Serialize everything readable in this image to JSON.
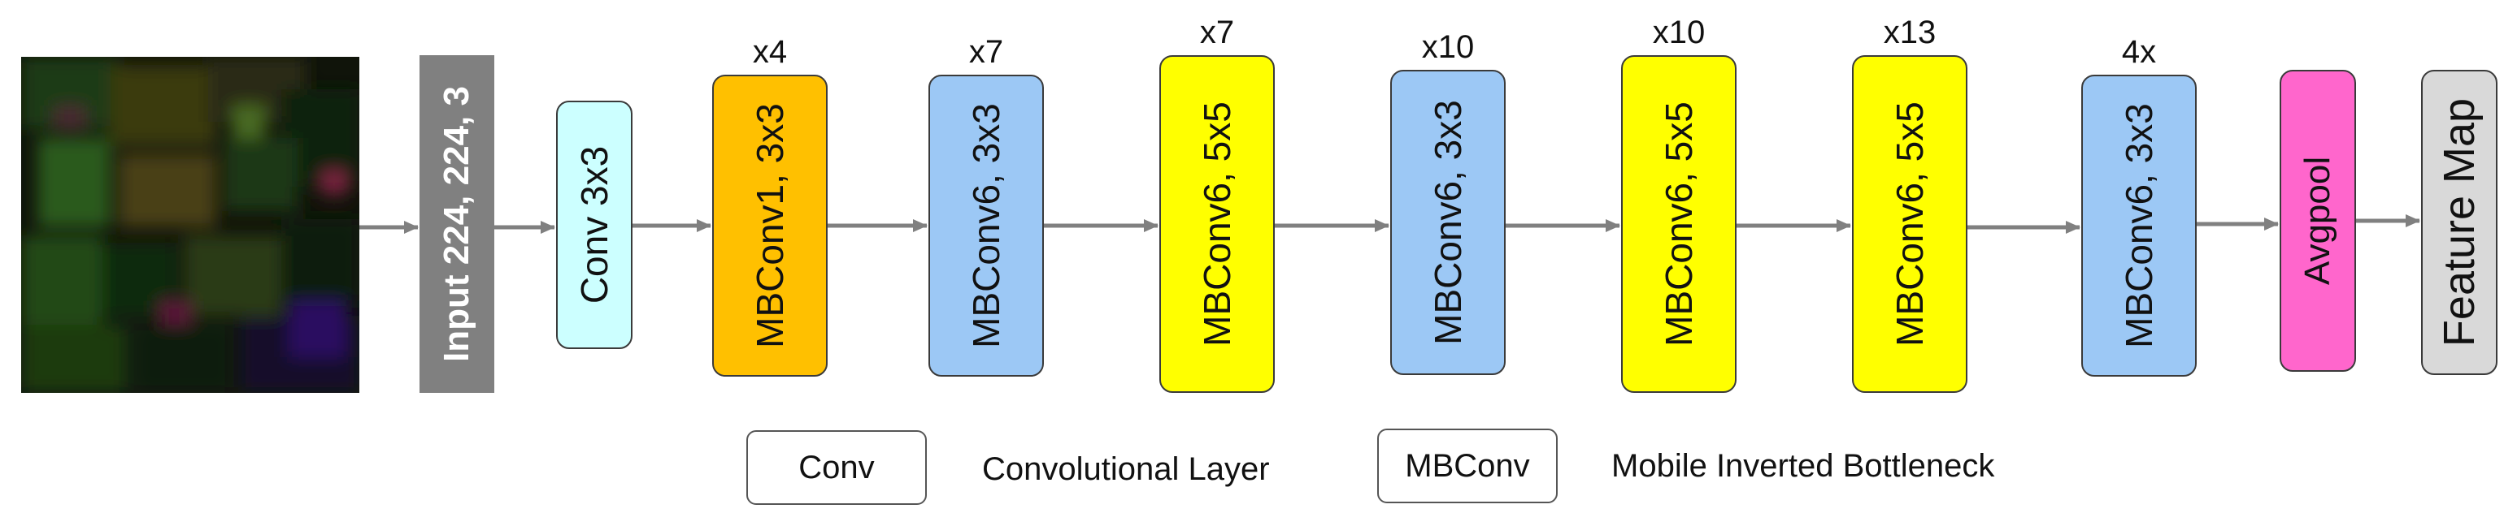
{
  "diagram": {
    "input_label": "Input 224, 224, 3",
    "stages": [
      {
        "label": "Conv 3x3",
        "repeat": "",
        "color": "#ccffff"
      },
      {
        "label": "MBConv1, 3x3",
        "repeat": "x4",
        "color": "#ffc000"
      },
      {
        "label": "MBConv6, 3x3",
        "repeat": "x7",
        "color": "#9cc8f5"
      },
      {
        "label": "MBConv6, 5x5",
        "repeat": "x7",
        "color": "#ffff00"
      },
      {
        "label": "MBConv6, 3x3",
        "repeat": "x10",
        "color": "#9cc8f5"
      },
      {
        "label": "MBConv6, 5x5",
        "repeat": "x10",
        "color": "#ffff00"
      },
      {
        "label": "MBConv6, 5x5",
        "repeat": "x13",
        "color": "#ffff00"
      },
      {
        "label": "MBConv6, 3x3",
        "repeat": "4x",
        "color": "#9cc8f5"
      },
      {
        "label": "Avgpool",
        "repeat": "",
        "color": "#ff66cc"
      },
      {
        "label": "Feature Map",
        "repeat": "",
        "color": "#d9d9d9"
      }
    ],
    "arrow_color": "#808080"
  },
  "legend": {
    "conv_box": "Conv",
    "conv_desc": "Convolutional Layer",
    "mbconv_box": "MBConv",
    "mbconv_desc": "Mobile Inverted Bottleneck"
  }
}
